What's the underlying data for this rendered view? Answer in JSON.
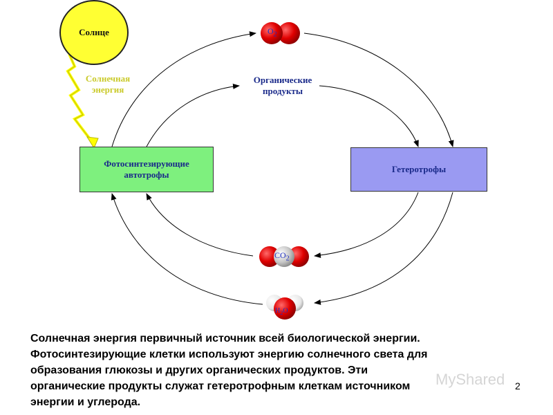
{
  "sun": {
    "label": "Солнце",
    "color": "#ffff33"
  },
  "solar_energy": {
    "line1": "Солнечная",
    "line2": "энергия",
    "color": "#ffff33"
  },
  "organic_products": {
    "line1": "Органические",
    "line2": "продукты"
  },
  "autotrophs": {
    "line1": "Фотосинтезирующие",
    "line2": "автотрофы",
    "color": "#7ef07e"
  },
  "heterotrophs": {
    "label": "Гетеротрофы",
    "color": "#9a9af2"
  },
  "molecules": {
    "o2": {
      "formula": "O",
      "sub": "2"
    },
    "co2": {
      "formula": "CO",
      "sub": "2"
    },
    "h2o": {
      "formula": "H",
      "sub": "2",
      "formula_end": "O"
    }
  },
  "caption": {
    "line1": "Солнечная энергия  первичный источник всей биологической энергии.",
    "line2": "Фотосинтезирующие клетки используют энергию солнечного света для",
    "line3": "образования глюкозы и других органических продуктов. Эти",
    "line4": "органические продукты служат гетеротрофным клеткам источником",
    "line5": "энергии и углерода."
  },
  "watermark": "MyShared",
  "page_number": "2"
}
